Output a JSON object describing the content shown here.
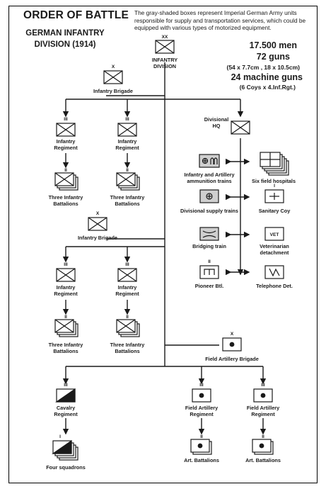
{
  "header": {
    "title": "ORDER OF BATTLE",
    "subtitle_line1": "GERMAN INFANTRY",
    "subtitle_line2": "DIVISION (1914)",
    "note": "The gray-shaded boxes represent Imperial German Army units responsible for supply and transportation services, which could be equipped with various types of motorized equipment."
  },
  "strength": {
    "men": "17.500 men",
    "guns": "72 guns",
    "guns_detail": "(54 x 7.7cm , 18 x 10.5cm)",
    "machine_guns": "24 machine guns",
    "mg_detail": "(6 Coys x 4.Inf.Rgt.)"
  },
  "units": {
    "division": {
      "size": "XX",
      "label1": "INFANTRY",
      "label2": "DIVISION"
    },
    "brigade1": {
      "size": "X",
      "label": "Infantry Brigade"
    },
    "regiment_a": {
      "size": "III",
      "label1": "Infantry",
      "label2": "Regiment"
    },
    "regiment_b": {
      "size": "III",
      "label1": "Infantry",
      "label2": "Regiment"
    },
    "battalions_a": {
      "size": "II",
      "label1": "Three Infantry",
      "label2": "Battalions"
    },
    "battalions_b": {
      "size": "II",
      "label1": "Three Infantry",
      "label2": "Battalions"
    },
    "brigade2": {
      "size": "X",
      "label": "Infantry Brigade"
    },
    "regiment_c": {
      "size": "III",
      "label1": "Infantry",
      "label2": "Regiment"
    },
    "regiment_d": {
      "size": "III",
      "label1": "Infantry",
      "label2": "Regiment"
    },
    "battalions_c": {
      "size": "II",
      "label1": "Three Infantry",
      "label2": "Battalions"
    },
    "battalions_d": {
      "size": "II",
      "label1": "Three Infantry",
      "label2": "Battalions"
    },
    "divisional_hq": {
      "label1": "Divisional",
      "label2": "HQ"
    },
    "ammo_trains": {
      "label1": "Infantry and Artillery",
      "label2": "ammunition trains"
    },
    "field_hospitals": {
      "label": "Six field hospitals"
    },
    "supply_trains": {
      "label": "Divisional supply trains"
    },
    "sanitary": {
      "size": "I",
      "label": "Sanitary Coy"
    },
    "bridging": {
      "label": "Bridging train"
    },
    "veterinarian": {
      "box_text": "VET",
      "label1": "Veterinarian",
      "label2": "detachment"
    },
    "pioneer": {
      "size": "II",
      "label": "Pioneer Btl."
    },
    "telephone": {
      "label": "Telephone Det."
    },
    "fa_brigade": {
      "size": "X",
      "label": "Field Artillery Brigade"
    },
    "cavalry": {
      "size": "III",
      "label1": "Cavalry",
      "label2": "Regiment"
    },
    "squadrons": {
      "size": "I",
      "label": "Four squadrons"
    },
    "fa_regiment_a": {
      "size": "III",
      "label1": "Field Artillery",
      "label2": "Regiment"
    },
    "fa_regiment_b": {
      "size": "III",
      "label1": "Field Artillery",
      "label2": "Regiment"
    },
    "art_battalions_a": {
      "size": "II",
      "label": "Art. Battalions"
    },
    "art_battalions_b": {
      "size": "II",
      "label": "Art. Battalions"
    }
  },
  "colors": {
    "line": "#1a1a1a",
    "support_fill": "#cfcfcf",
    "paper": "#ffffff"
  }
}
